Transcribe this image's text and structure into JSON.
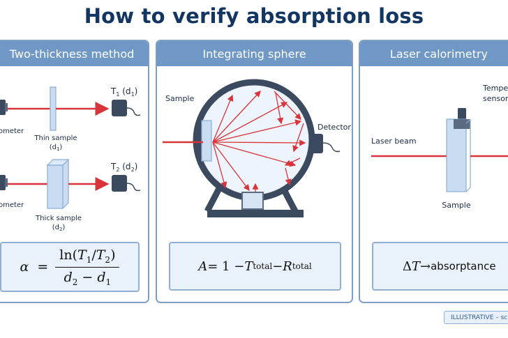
{
  "title": "How to verify absorption loss",
  "panels": [
    {
      "header": "Two-thickness method",
      "labels": {
        "detector_top": "ometer",
        "detector_bottom": "ometer",
        "thin_sample_line1": "Thin sample",
        "thin_sample_line2": "(d",
        "thin_sample_sub": "1",
        "thick_sample_line1": "Thick sample",
        "thick_sample_line2": "(d",
        "thick_sample_sub": "2",
        "t1_main": "T",
        "t1_sub": "1",
        "t1_arg": " (d",
        "t1_arg_sub": "1",
        "t2_main": "T",
        "t2_sub": "2",
        "t2_arg": " (d",
        "t2_arg_sub": "2",
        "close_paren": ")"
      },
      "formula": {
        "lhs": "α",
        "eq": "=",
        "num_fn": "ln(",
        "num_t1": "T",
        "num_t1_sub": "1",
        "num_slash": "/",
        "num_t2": "T",
        "num_t2_sub": "2",
        "num_close": ")",
        "den_d2": "d",
        "den_d2_sub": "2",
        "den_minus": " − ",
        "den_d1": "d",
        "den_d1_sub": "1"
      }
    },
    {
      "header": "Integrating sphere",
      "labels": {
        "sample": "Sample",
        "detector": "Detector"
      },
      "formula": {
        "a": "A",
        "eq": " = 1 − ",
        "t": "T",
        "t_sub": "total",
        "minus": " − ",
        "r": "R",
        "r_sub": "total"
      }
    },
    {
      "header": "Laser calorimetry",
      "labels": {
        "sensor_line1": "Tempe",
        "sensor_line2": "sensor",
        "laser_beam": "Laser beam",
        "sample": "Sample"
      },
      "formula": {
        "delta": "Δ",
        "t": "T",
        "arrow": " → ",
        "word": "absorptance"
      }
    }
  ],
  "badge": "ILLUSTRATIVE – sch",
  "colors": {
    "title": "#123661",
    "header_bg": "#6f98c6",
    "panel_border": "#7f9fc2",
    "beam": "#d8343a",
    "detector": "#3b4a5e",
    "sample_fill": "#c9dcf1",
    "formula_bg": "#e9f1fa"
  }
}
